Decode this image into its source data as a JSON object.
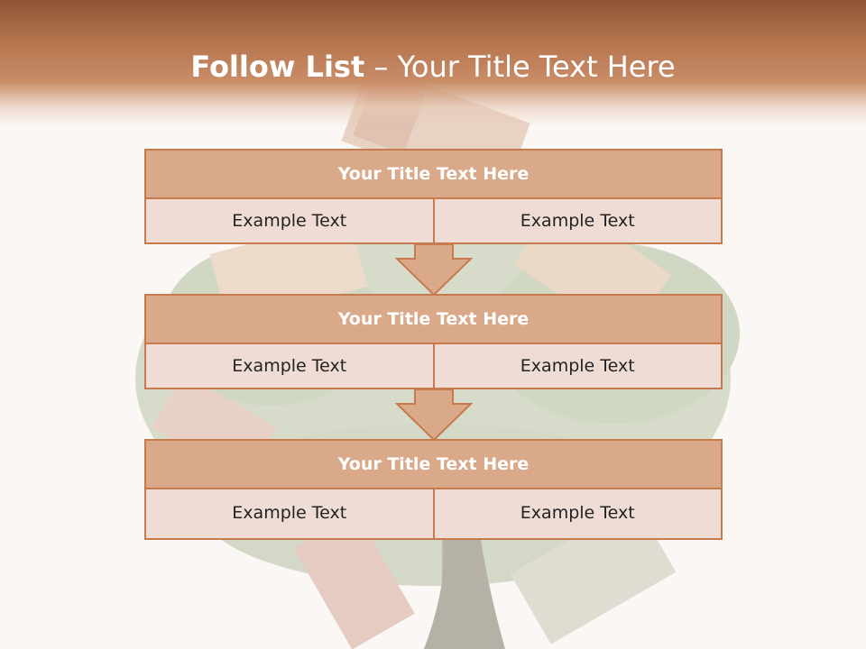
{
  "header": {
    "title_strong": "Follow List",
    "title_rest": " – Your Title Text Here"
  },
  "blocks": [
    {
      "title": "Your Title Text Here",
      "left": "Example Text",
      "right": "Example Text"
    },
    {
      "title": "Your Title Text Here",
      "left": "Example Text",
      "right": "Example Text"
    },
    {
      "title": "Your Title Text Here",
      "left": "Example Text",
      "right": "Example Text"
    }
  ],
  "colors": {
    "header_top": "#8f5536",
    "block_title_fill": "#d9a98a",
    "block_border": "#c77a4e",
    "cell_fill": "#efddd5"
  }
}
